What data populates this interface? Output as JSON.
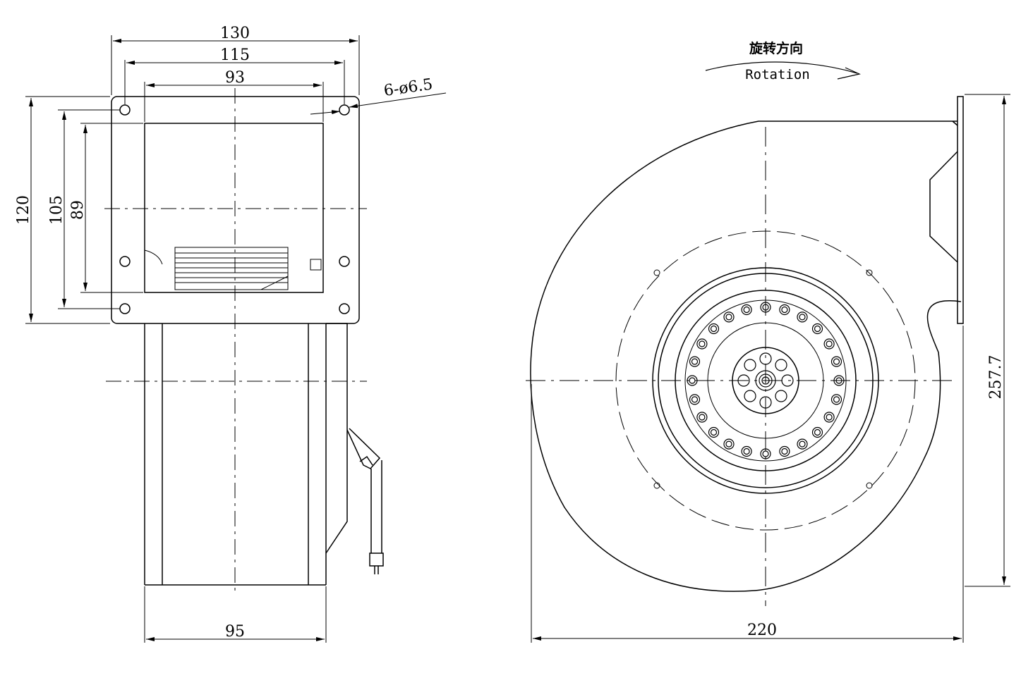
{
  "diagram": {
    "front_view": {
      "dim_width_outer": "130",
      "dim_width_holes": "115",
      "dim_width_inner": "93",
      "dim_hole_spec": "6-ø6.5",
      "dim_height_outer": "120",
      "dim_height_holes": "105",
      "dim_height_inner": "89",
      "dim_width_bottom": "95"
    },
    "side_view": {
      "rotation_label_cn": "旋转方向",
      "rotation_label_en": "Rotation",
      "dim_width": "220",
      "dim_height": "257.7"
    },
    "line_color": "#000000",
    "background": "#ffffff"
  }
}
